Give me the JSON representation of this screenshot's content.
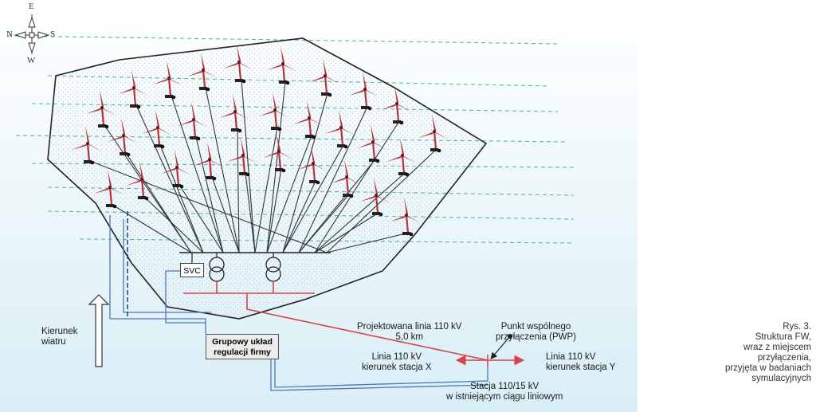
{
  "compass": {
    "north": "N",
    "south": "S",
    "east": "E",
    "west": "W"
  },
  "wind_direction": {
    "line1": "Kierunek",
    "line2": "wiatru"
  },
  "svc_label": "SVC",
  "control_box": {
    "line1": "Grupowy układ",
    "line2": "regulacji firmy"
  },
  "planned_line": {
    "line1": "Projektowana linia 110 kV",
    "line2": "5,0 km"
  },
  "pcc": {
    "line1": "Punkt wspólnego",
    "line2": "przyłączenia (PWP)"
  },
  "line_x": {
    "line1": "Linia 110 kV",
    "line2": "kierunek stacja X"
  },
  "line_y": {
    "line1": "Linia 110 kV",
    "line2": "kierunek stacja Y"
  },
  "substation": {
    "line1": "Stacja 110/15 kV",
    "line2": "w istniejącym ciągu liniowym"
  },
  "caption": [
    "Rys. 3.",
    "Struktura FW,",
    "wraz z miejscem",
    "przyłączenia,",
    "przyjęta w badaniach",
    "symulacyjnych"
  ],
  "colors": {
    "turbine": "#b5323a",
    "red_line": "#d8434a",
    "blue_line": "#4a78b8",
    "dashed_band": "#5fb3a0",
    "area_dots": "#b9c2cc",
    "sky": "#dff0f6"
  }
}
